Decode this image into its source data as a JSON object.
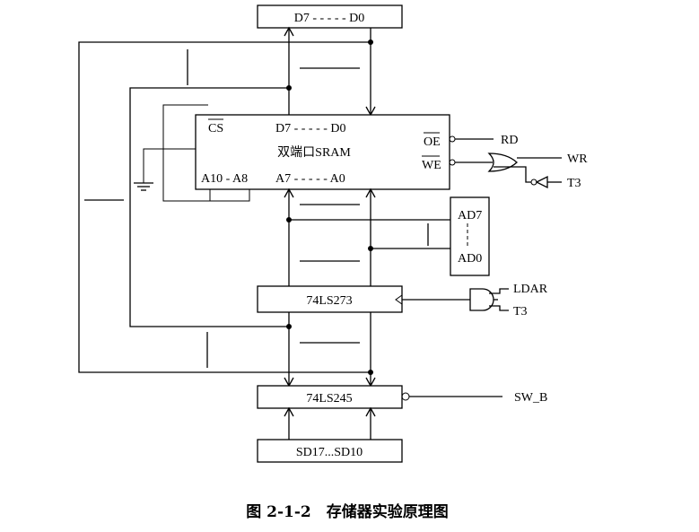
{
  "diagram": {
    "top_bus_label": "D7 - - - - - D0",
    "sram": {
      "cs_label": "CS",
      "data_label": "D7 - - - - - D0",
      "name": "双端口SRAM",
      "addr_high_label": "A10 - A8",
      "addr_low_label": "A7 - - - - - A0",
      "oe_label": "OE",
      "we_label": "WE"
    },
    "signals": {
      "rd": "RD",
      "wr": "WR",
      "t3_top": "T3",
      "ldar": "LDAR",
      "t3_bottom": "T3",
      "sw_b": "SW_B"
    },
    "switch_labels": {
      "ad7": "AD7",
      "ad0": "AD0"
    },
    "chips": {
      "latch": "74LS273",
      "buffer": "74LS245",
      "input_label": "SD17...SD10"
    }
  },
  "caption": "图 2-1-2　存储器实验原理图"
}
